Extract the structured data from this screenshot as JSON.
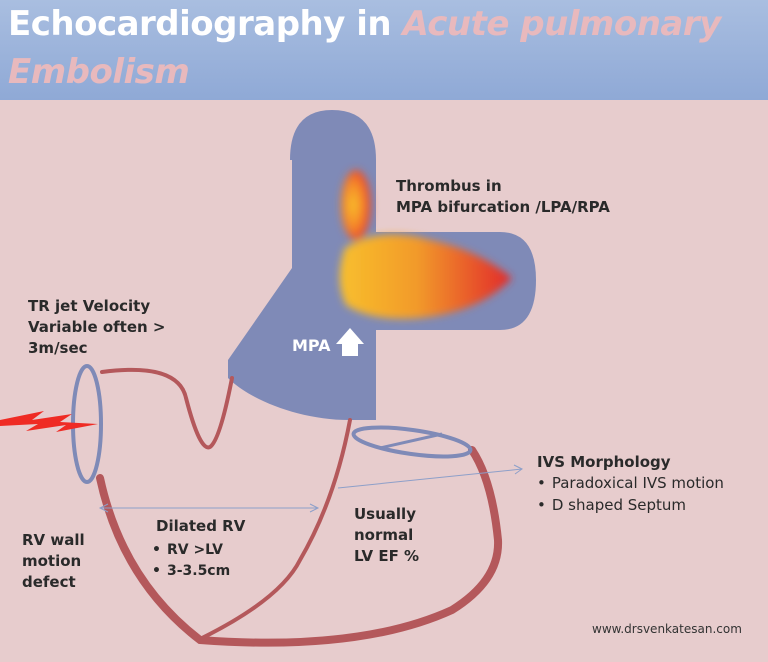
{
  "title": {
    "line1_white": "Echocardiography in ",
    "line1_pink": "Acute pulmonary",
    "line2_pink": "Embolism"
  },
  "labels": {
    "thrombus": [
      "Thrombus in",
      "MPA bifurcation /LPA/RPA"
    ],
    "tr_jet": [
      "TR jet  Velocity",
      "Variable  often >",
      "3m/sec"
    ],
    "mpa": "MPA",
    "rv_wall": [
      "RV wall",
      "motion",
      "defect"
    ],
    "dilated_rv": {
      "heading": "Dilated RV",
      "items": [
        "RV >LV",
        "3-3.5cm"
      ]
    },
    "lv_ef": [
      "Usually",
      "normal",
      "LV EF %"
    ],
    "ivs": {
      "heading": "IVS  Morphology",
      "items": [
        "Paradoxical IVS motion",
        "D shaped Septum"
      ]
    },
    "website": "www.drsvenkatesan.com"
  },
  "colors": {
    "background": "#e7cccd",
    "title_bar": "#99b3db",
    "vessel": "#7f8ab7",
    "heart_wall": "#b4585b",
    "thrombus_hot": "#e8322a",
    "thrombus_warm": "#f7b32b",
    "jet_arrow": "#ef2b24"
  }
}
